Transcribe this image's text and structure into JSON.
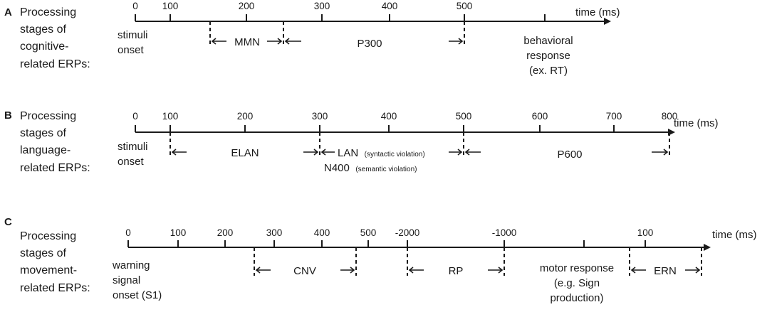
{
  "panels": [
    {
      "letter": "A",
      "title": [
        "Processing",
        "stages of",
        "cognitive-",
        "related ERPs:"
      ],
      "axis_unit": "time (ms)",
      "ticks": [
        {
          "label": "0"
        },
        {
          "label": "100"
        },
        {
          "label": "200"
        },
        {
          "label": "300"
        },
        {
          "label": "400"
        },
        {
          "label": "500"
        },
        {
          "label": ""
        }
      ],
      "dashes": [
        {
          "after_tick": 1,
          "frac": 0.5
        },
        {
          "after_tick": 2,
          "frac": 0.5
        },
        {
          "after_tick": 5,
          "frac": 0
        }
      ],
      "components": [
        {
          "name": "MMN",
          "note": "",
          "second_name": "",
          "second_note": "",
          "from_dash": 0,
          "to_dash": 1
        },
        {
          "name": "P300",
          "note": "",
          "second_name": "",
          "second_note": "",
          "from_dash": 1,
          "to_dash": 2
        }
      ],
      "markers": [
        {
          "lines": [
            "stimuli",
            "onset"
          ],
          "tick": 0
        },
        {
          "lines": [
            "behavioral",
            "response",
            "(ex. RT)"
          ],
          "tick": 6
        }
      ]
    },
    {
      "letter": "B",
      "title": [
        "Processing",
        "stages of",
        "language-",
        "related ERPs:"
      ],
      "axis_unit": "time (ms)",
      "ticks": [
        {
          "label": "0"
        },
        {
          "label": "100"
        },
        {
          "label": "200"
        },
        {
          "label": "300"
        },
        {
          "label": "400"
        },
        {
          "label": "500"
        },
        {
          "label": "600"
        },
        {
          "label": "700"
        },
        {
          "label": "800"
        }
      ],
      "dashes": [
        {
          "after_tick": 1,
          "frac": 0
        },
        {
          "after_tick": 3,
          "frac": 0
        },
        {
          "after_tick": 5,
          "frac": 0
        },
        {
          "after_tick": 8,
          "frac": 0
        }
      ],
      "components": [
        {
          "name": "ELAN",
          "note": "",
          "second_name": "",
          "second_note": "",
          "from_dash": 0,
          "to_dash": 1
        },
        {
          "name": "LAN",
          "note": "(syntactic violation)",
          "second_name": "N400",
          "second_note": "(semantic violation)",
          "from_dash": 1,
          "to_dash": 2
        },
        {
          "name": "P600",
          "note": "",
          "second_name": "",
          "second_note": "",
          "from_dash": 2,
          "to_dash": 3
        }
      ],
      "markers": [
        {
          "lines": [
            "stimuli",
            "onset"
          ],
          "tick": 0
        }
      ]
    },
    {
      "letter": "C",
      "title": [
        "Processing",
        "stages of",
        "movement-",
        "related ERPs:"
      ],
      "axis_unit": "time (ms)",
      "ticks": [
        {
          "label": "0"
        },
        {
          "label": "100"
        },
        {
          "label": "200"
        },
        {
          "label": "300"
        },
        {
          "label": "400"
        },
        {
          "label": "500"
        },
        {
          "label": "-2000"
        },
        {
          "label": "-1000"
        },
        {
          "label": ""
        },
        {
          "label": "100"
        }
      ],
      "dashes": [
        {
          "after_tick": 2,
          "frac": 0.6
        },
        {
          "after_tick": 4,
          "frac": 0.7
        },
        {
          "after_tick": 6,
          "frac": 0
        },
        {
          "after_tick": 7,
          "frac": 0
        },
        {
          "after_tick": 8,
          "frac": 0.6
        },
        {
          "after_tick": 9,
          "frac": 0.9
        }
      ],
      "components": [
        {
          "name": "CNV",
          "note": "",
          "second_name": "",
          "second_note": "",
          "from_dash": 0,
          "to_dash": 1
        },
        {
          "name": "RP",
          "note": "",
          "second_name": "",
          "second_note": "",
          "from_dash": 2,
          "to_dash": 3
        },
        {
          "name": "ERN",
          "note": "",
          "second_name": "",
          "second_note": "",
          "from_dash": 4,
          "to_dash": 5
        }
      ],
      "markers": [
        {
          "lines": [
            "warning",
            "signal",
            "onset (S1)"
          ],
          "tick": 0
        },
        {
          "lines": [
            "motor response",
            "(e.g. Sign",
            "production)"
          ],
          "tick": 8
        }
      ]
    }
  ]
}
